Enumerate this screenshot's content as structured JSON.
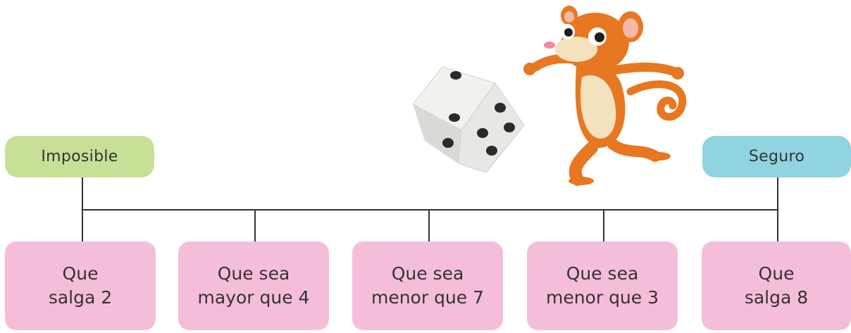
{
  "colors": {
    "impossible": "#c8e096",
    "certain": "#8fd4e0",
    "option": "#f5bed8",
    "line": "#333333",
    "monkey": "#e87722"
  },
  "scale": {
    "left_label": "Imposible",
    "right_label": "Seguro"
  },
  "options": [
    {
      "line1": "Que",
      "line2": "salga 2"
    },
    {
      "line1": "Que sea",
      "line2": "mayor que 4"
    },
    {
      "line1": "Que sea",
      "line2": "menor que 7"
    },
    {
      "line1": "Que sea",
      "line2": "menor que 3"
    },
    {
      "line1": "Que",
      "line2": "salga 8"
    }
  ],
  "illustration": {
    "die_icon": "die-icon",
    "monkey_icon": "monkey-icon"
  }
}
